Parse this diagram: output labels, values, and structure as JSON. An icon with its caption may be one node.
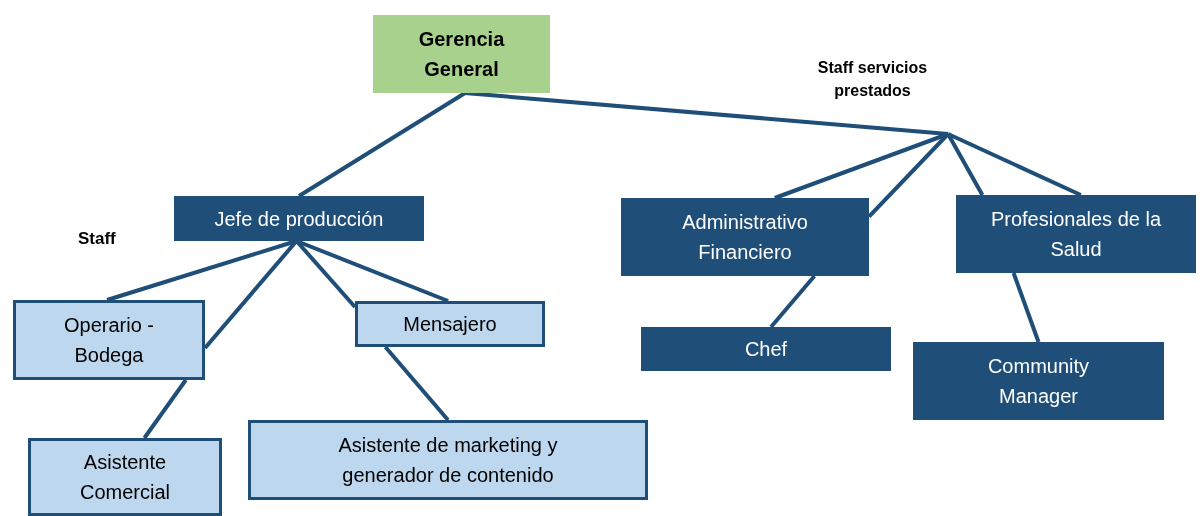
{
  "diagram": {
    "nodes": [
      {
        "text": [
          "Gerencia General"
        ]
      },
      {
        "text": [
          "Staff servicios prestados"
        ]
      },
      {
        "text": [
          "Jefe de producción"
        ]
      },
      {
        "text": [
          "Administrativo Financiero"
        ]
      },
      {
        "text": [
          "Profesionales de la Salud"
        ]
      },
      {
        "text": [
          "Operario - Bodega"
        ]
      },
      {
        "text": [
          "Mensajero"
        ]
      },
      {
        "text": [
          "Chef"
        ]
      },
      {
        "text": [
          "Community Manager"
        ]
      },
      {
        "text": [
          "Asistente Comercial"
        ]
      },
      {
        "text": [
          "Asistente de marketing y generador de contenido"
        ]
      }
    ],
    "edges": [
      {
        "from": 0,
        "to": 2,
        "arrow": "none"
      },
      {
        "from": 0,
        "to": 1,
        "arrow": "none"
      },
      {
        "from": 1,
        "to": 3,
        "arrow": "none"
      },
      {
        "from": 1,
        "to": 3,
        "arrow": "none"
      },
      {
        "from": 1,
        "to": 4,
        "arrow": "none"
      },
      {
        "from": 1,
        "to": 4,
        "arrow": "none"
      },
      {
        "from": 2,
        "to": 5,
        "arrow": "none"
      },
      {
        "from": 2,
        "to": 5,
        "arrow": "none"
      },
      {
        "from": 2,
        "to": 6,
        "arrow": "none"
      },
      {
        "from": 2,
        "to": 6,
        "arrow": "none"
      },
      {
        "from": 5,
        "to": 9,
        "arrow": "none"
      },
      {
        "from": 6,
        "to": 10,
        "arrow": "none"
      },
      {
        "from": 3,
        "to": 7,
        "arrow": "none"
      },
      {
        "from": 4,
        "to": 8,
        "arrow": "none"
      }
    ],
    "labels": [
      "Staff"
    ]
  }
}
